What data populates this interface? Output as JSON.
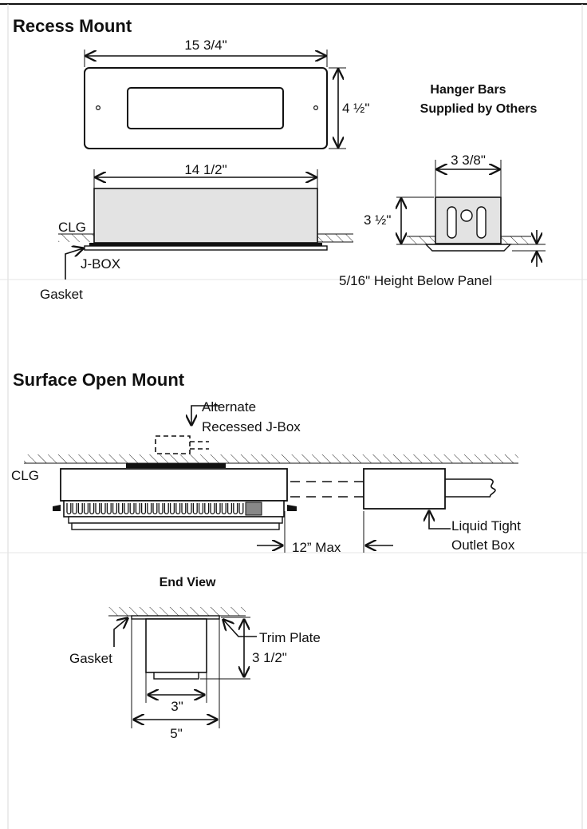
{
  "sections": {
    "recess": {
      "title": "Recess Mount",
      "dim_width_top": "15 3/4\"",
      "dim_height_top": "4 ½\"",
      "dim_width_body": "14 1/2\"",
      "clg": "CLG",
      "jbox": "J-BOX",
      "gasket": "Gasket",
      "hanger_title_1": "Hanger Bars",
      "hanger_title_2": "Supplied by Others",
      "hanger_width": "3 3/8\"",
      "hanger_height": "3 ½\"",
      "below_panel": "5/16\" Height Below Panel"
    },
    "surface": {
      "title": "Surface Open Mount",
      "alternate_1": "Alternate",
      "alternate_2": "Recessed J-Box",
      "clg": "CLG",
      "max": "12” Max",
      "liquid_1": "Liquid Tight",
      "liquid_2": "Outlet Box"
    },
    "end_view": {
      "title": "End View",
      "gasket": "Gasket",
      "trim_plate": "Trim Plate",
      "height": "3 1/2\"",
      "inner_width": "3\"",
      "outer_width": "5\""
    }
  }
}
